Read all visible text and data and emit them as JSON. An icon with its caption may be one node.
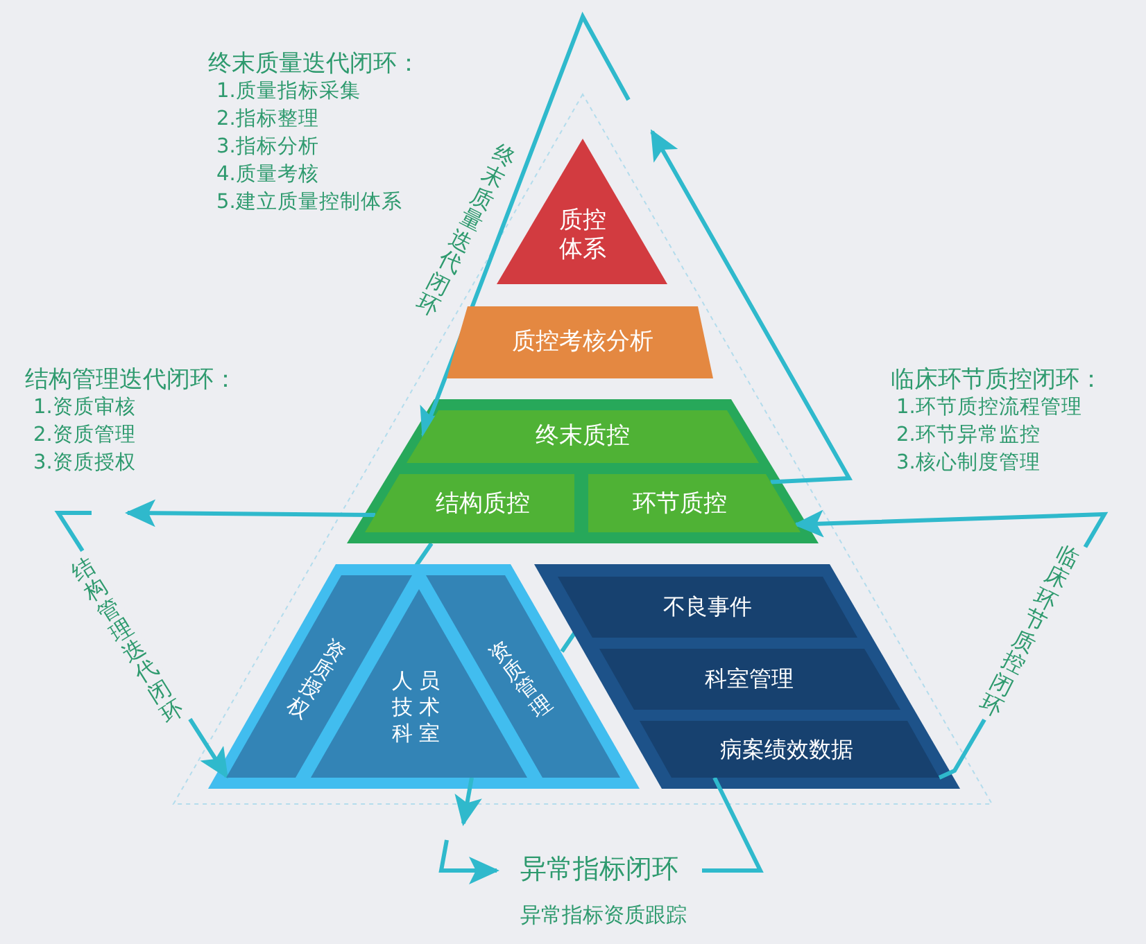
{
  "diagram": {
    "nodes": [
      {
        "text": [
          "质控体系"
        ]
      },
      {
        "text": [
          "质控考核分析"
        ]
      },
      {
        "text": [
          "终末质控"
        ]
      },
      {
        "text": [
          "结构质控"
        ]
      },
      {
        "text": [
          "环节质控"
        ]
      },
      {
        "text": [
          "资质授权"
        ]
      },
      {
        "text": [
          "人员技术科室"
        ]
      },
      {
        "text": [
          "资质管理"
        ]
      },
      {
        "text": [
          "不良事件"
        ]
      },
      {
        "text": [
          "科室管理"
        ]
      },
      {
        "text": [
          "病案绩效数据"
        ]
      },
      {
        "text": [
          "异常指标闭环"
        ],
        "beside": [
          "异常指标资质跟踪"
        ]
      }
    ],
    "edges": [
      {
        "from": 10,
        "to": 4,
        "arrow": "to",
        "label": "临床环节质控闭环"
      },
      {
        "from": 3,
        "to": null,
        "arrow": "to"
      },
      {
        "from": null,
        "to": 5,
        "arrow": "to",
        "label": "结构管理迭代闭环"
      },
      {
        "from": 4,
        "to": null,
        "arrow": "to"
      },
      {
        "from": null,
        "to": 2,
        "arrow": "to",
        "label": "终末质量迭代闭环"
      },
      {
        "from": 6,
        "to": null,
        "arrow": "to"
      },
      {
        "from": null,
        "to": 11,
        "arrow": "to"
      },
      {
        "from": 10,
        "to": 11,
        "arrow": "none"
      }
    ],
    "labels": [
      "终末质量迭代闭环：",
      "1.质量指标采集",
      "2.指标整理",
      "3.指标分析",
      "4.质量考核",
      "5.建立质量控制体系",
      "结构管理迭代闭环：",
      "1.资质审核",
      "2.资质管理",
      "3.资质授权",
      "临床环节质控闭环：",
      "1.环节质控流程管理",
      "2.环节异常监控",
      "3.核心制度管理"
    ]
  }
}
